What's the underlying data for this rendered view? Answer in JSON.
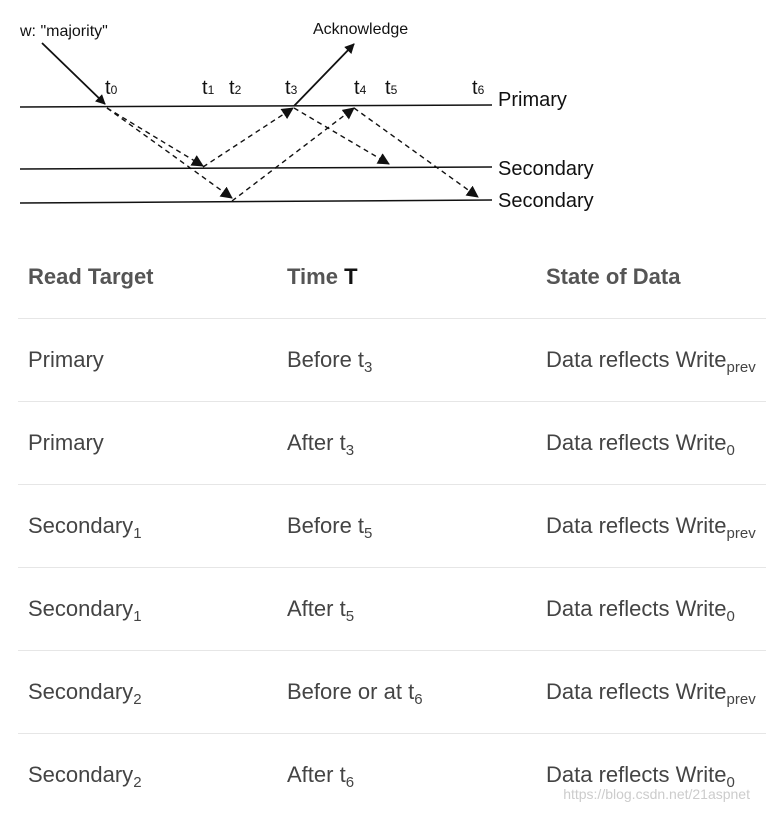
{
  "diagram": {
    "write_concern_label": "w: \"majority\"",
    "ack_label": "Acknowledge",
    "primary_label": "Primary",
    "secondary1_label": "Secondary",
    "secondary2_label": "Secondary",
    "ticks": [
      {
        "base": "t",
        "sub": "0"
      },
      {
        "base": "t",
        "sub": "1"
      },
      {
        "base": "t",
        "sub": "2"
      },
      {
        "base": "t",
        "sub": "3"
      },
      {
        "base": "t",
        "sub": "4"
      },
      {
        "base": "t",
        "sub": "5"
      },
      {
        "base": "t",
        "sub": "6"
      }
    ]
  },
  "table": {
    "headers": {
      "read_target": "Read Target",
      "time_prefix": "Time ",
      "time_var": "T",
      "state": "State of Data"
    },
    "rows": [
      {
        "target": "Primary",
        "target_sub": "",
        "time": "Before t",
        "time_sub": "3",
        "state": "Data reflects Write",
        "state_sub": "prev"
      },
      {
        "target": "Primary",
        "target_sub": "",
        "time": "After t",
        "time_sub": "3",
        "state": "Data reflects Write",
        "state_sub": "0"
      },
      {
        "target": "Secondary",
        "target_sub": "1",
        "time": "Before t",
        "time_sub": "5",
        "state": "Data reflects Write",
        "state_sub": "prev"
      },
      {
        "target": "Secondary",
        "target_sub": "1",
        "time": "After t",
        "time_sub": "5",
        "state": "Data reflects Write",
        "state_sub": "0"
      },
      {
        "target": "Secondary",
        "target_sub": "2",
        "time": "Before or at t",
        "time_sub": "6",
        "state": "Data reflects Write",
        "state_sub": "prev"
      },
      {
        "target": "Secondary",
        "target_sub": "2",
        "time": "After t",
        "time_sub": "6",
        "state": "Data reflects Write",
        "state_sub": "0"
      }
    ]
  },
  "watermark": "https://blog.csdn.net/21aspnet"
}
